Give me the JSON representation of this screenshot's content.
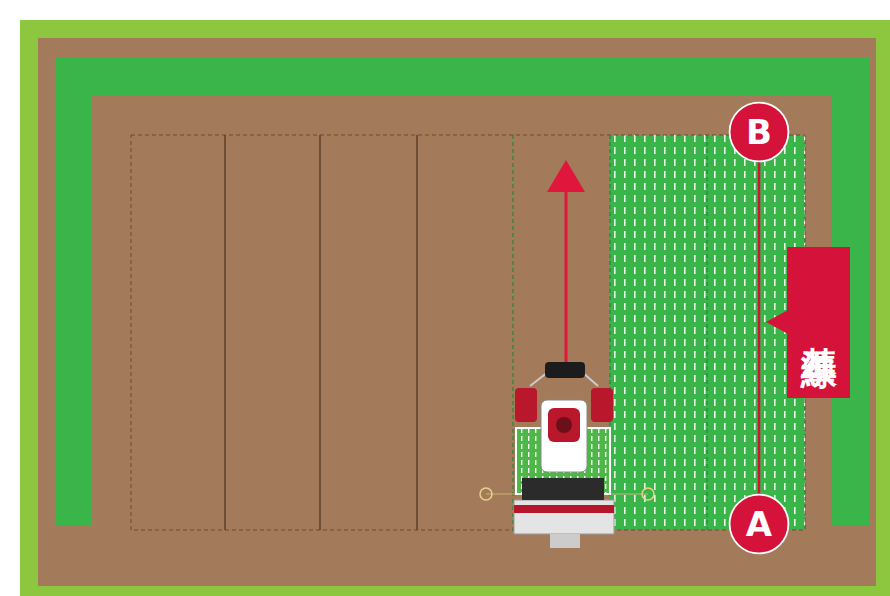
{
  "diagram": {
    "nodes": [
      {
        "text": [
          "B"
        ]
      },
      {
        "text": [
          "基準線"
        ]
      },
      {
        "text": [
          "A"
        ]
      }
    ],
    "edges": [
      {
        "from": 2,
        "to": 0,
        "arrow": "none"
      }
    ]
  }
}
